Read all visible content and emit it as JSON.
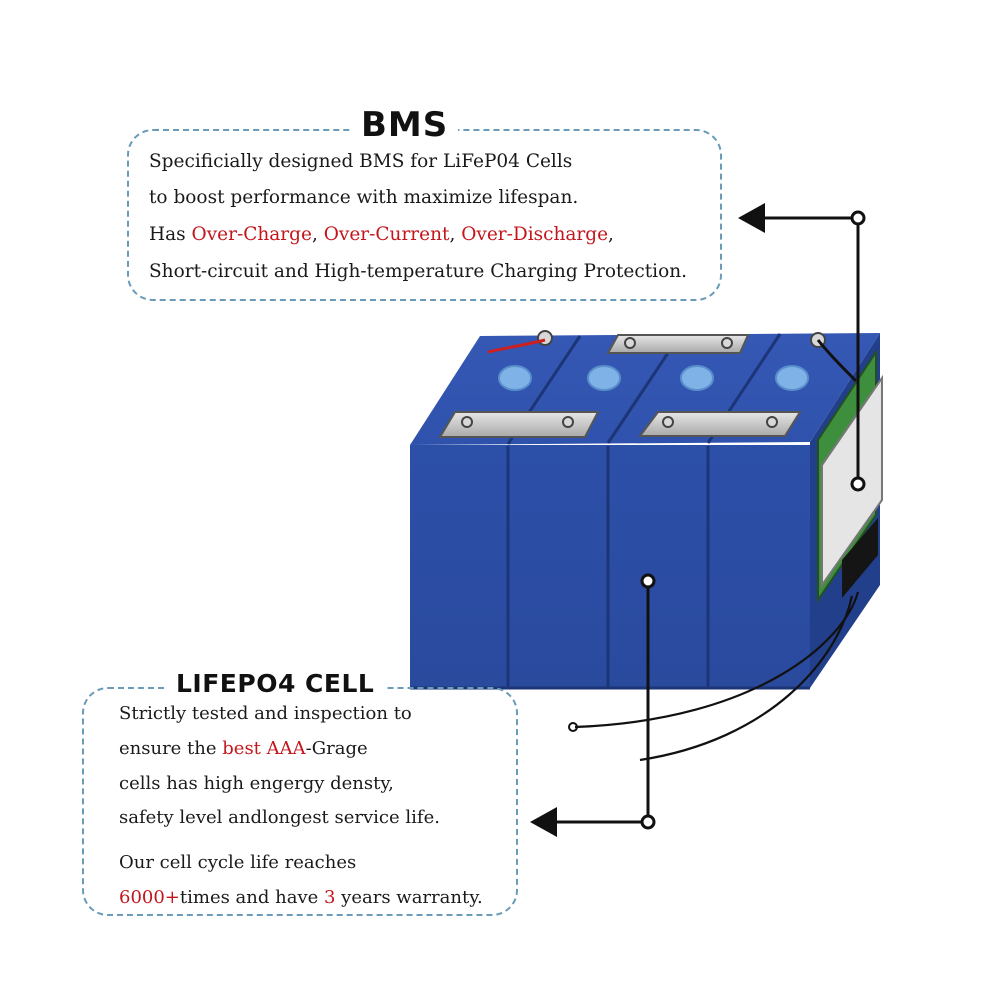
{
  "bms": {
    "title": "BMS",
    "line1": "Specificially designed BMS for LiFeP04 Cells",
    "line2": "to boost performance with maximize lifespan.",
    "line3": {
      "prefix": "Has ",
      "t1": "Over-Charge",
      "s1": ", ",
      "t2": "Over-Current",
      "s2": ", ",
      "t3": "Over-Discharge",
      "s3": ","
    },
    "line4": "Short-circuit and High-temperature Charging Protection."
  },
  "cell": {
    "title": "LIFEPO4 CELL",
    "line1": "Strictly tested and inspection to",
    "line2": {
      "prefix": "ensure the ",
      "highlight": "best AAA",
      "suffix": "-Grage"
    },
    "line3": "cells has high engergy densty,",
    "line4": "safety level andlongest service life.",
    "line5": "Our cell cycle life reaches",
    "line6": {
      "num1": "6000+",
      "mid": "times and have ",
      "num2": "3",
      "suffix": " years warranty."
    }
  },
  "colors": {
    "highlight": "#c3161c",
    "dashed_border": "#6a9bb8",
    "cell_blue": "#2d50a8",
    "pcb_green": "#3d8f3d"
  }
}
